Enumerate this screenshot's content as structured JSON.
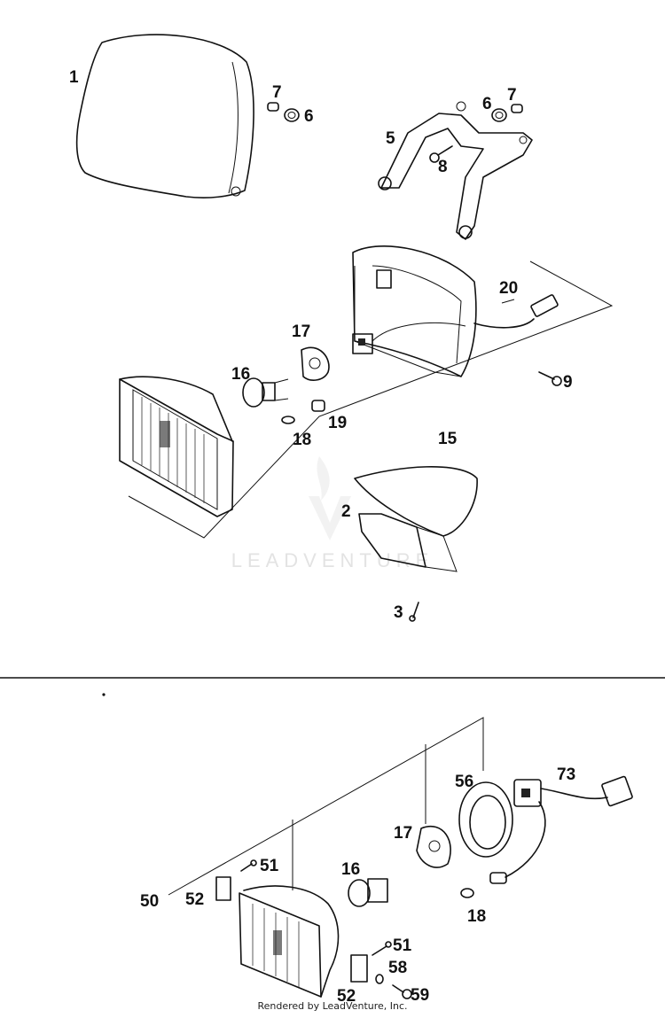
{
  "watermark": {
    "text": "LEADVENTURE"
  },
  "footer": {
    "text": "Rendered by LeadVenture, Inc."
  },
  "labels": [
    {
      "id": "l1",
      "text": "1"
    },
    {
      "id": "l7a",
      "text": "7"
    },
    {
      "id": "l6a",
      "text": "6"
    },
    {
      "id": "l6b",
      "text": "6"
    },
    {
      "id": "l7b",
      "text": "7"
    },
    {
      "id": "l5",
      "text": "5"
    },
    {
      "id": "l8",
      "text": "8"
    },
    {
      "id": "l20",
      "text": "20"
    },
    {
      "id": "l17a",
      "text": "17"
    },
    {
      "id": "l16a",
      "text": "16"
    },
    {
      "id": "l9",
      "text": "9"
    },
    {
      "id": "l19",
      "text": "19"
    },
    {
      "id": "l18a",
      "text": "18"
    },
    {
      "id": "l15",
      "text": "15"
    },
    {
      "id": "l2",
      "text": "2"
    },
    {
      "id": "l3",
      "text": "3"
    },
    {
      "id": "l73",
      "text": "73"
    },
    {
      "id": "l56",
      "text": "56"
    },
    {
      "id": "l17b",
      "text": "17"
    },
    {
      "id": "l16b",
      "text": "16"
    },
    {
      "id": "l51a",
      "text": "51"
    },
    {
      "id": "l50",
      "text": "50"
    },
    {
      "id": "l52a",
      "text": "52"
    },
    {
      "id": "l18b",
      "text": "18"
    },
    {
      "id": "l51b",
      "text": "51"
    },
    {
      "id": "l58",
      "text": "58"
    },
    {
      "id": "l52b",
      "text": "52"
    },
    {
      "id": "l59",
      "text": "59"
    }
  ]
}
